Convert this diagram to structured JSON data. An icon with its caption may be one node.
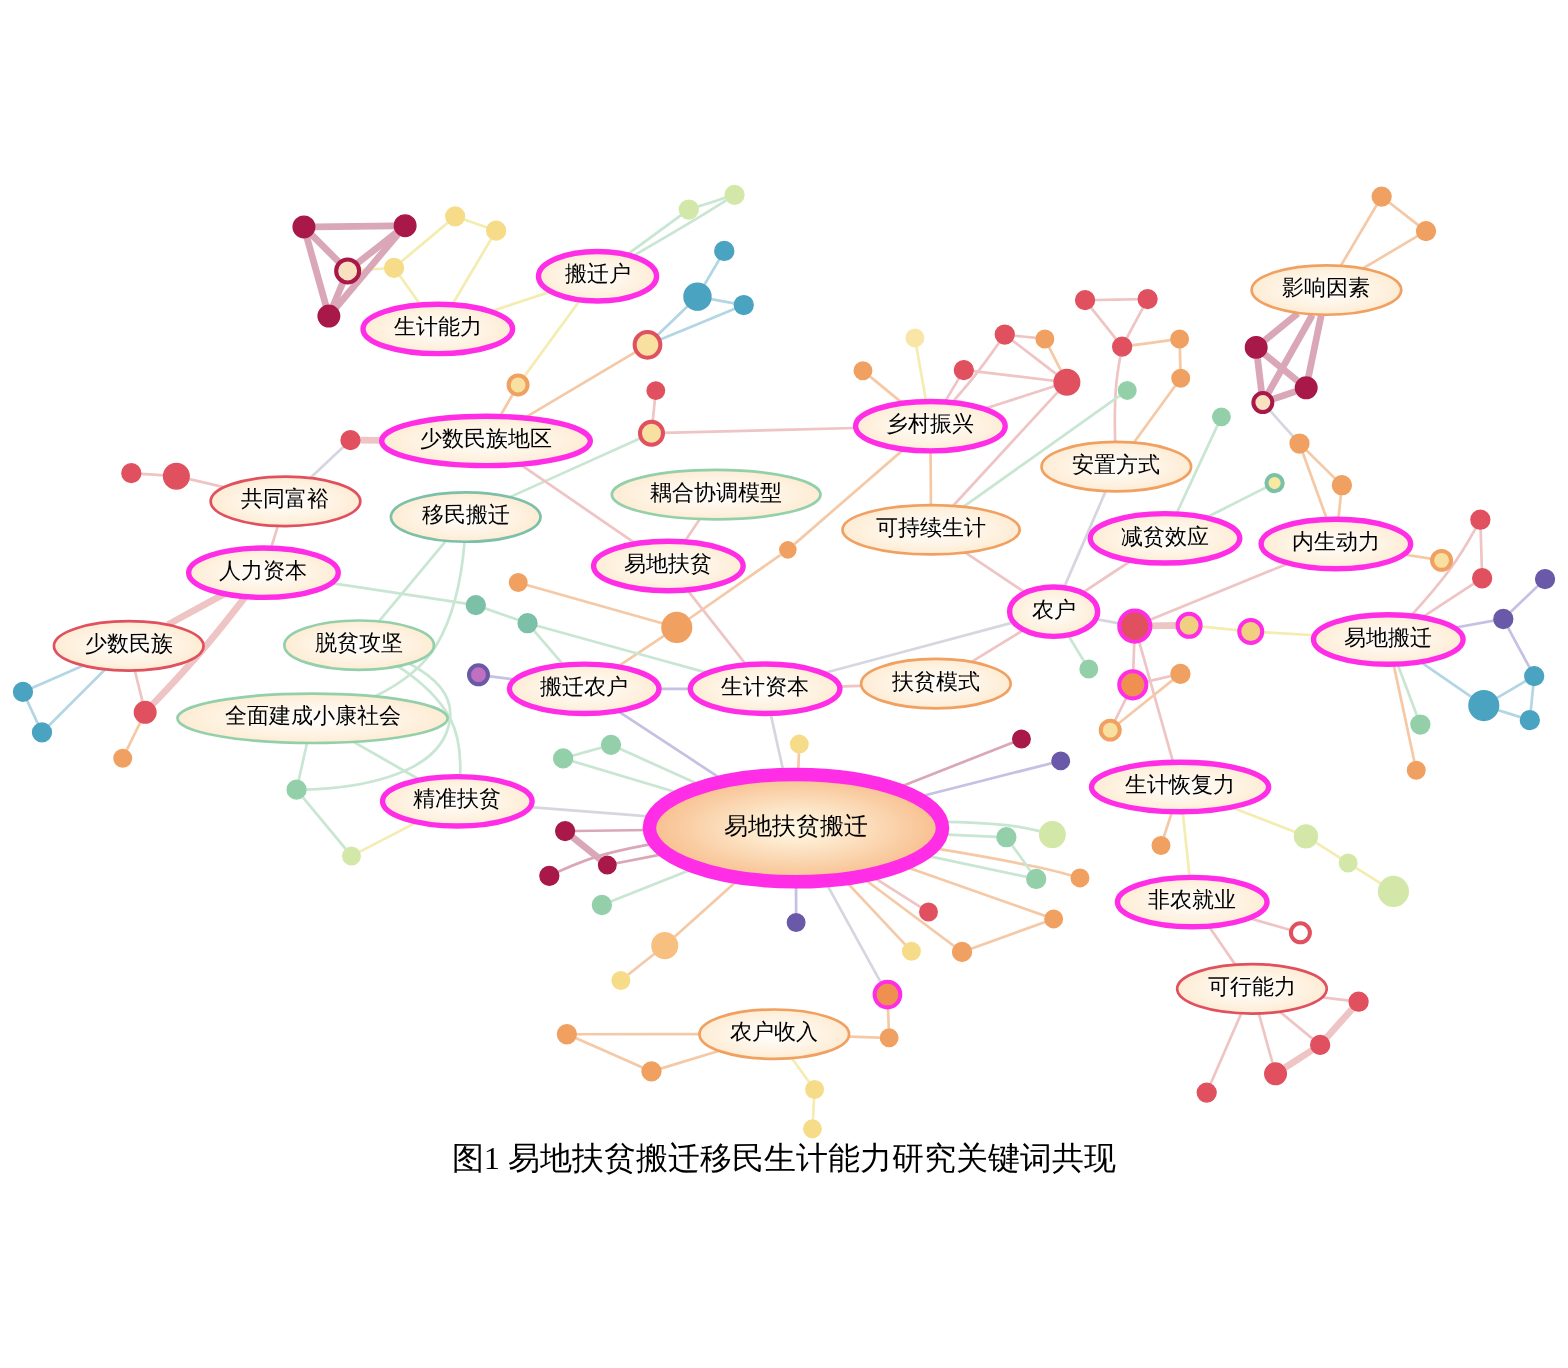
{
  "diagram": {
    "caption": "图1 易地扶贫搬迁移民生计能力研究关键词共现",
    "nodes": [
      {
        "text": [],
        "shape": "circle"
      },
      {
        "text": [],
        "shape": "circle"
      },
      {
        "text": [],
        "shape": "circle"
      },
      {
        "text": [
          "农户收入"
        ]
      },
      {
        "text": [],
        "shape": "circle"
      },
      {
        "text": [],
        "shape": "circle"
      },
      {
        "text": [],
        "shape": "circle"
      },
      {
        "text": [],
        "shape": "circle"
      },
      {
        "text": [],
        "shape": "circle"
      },
      {
        "text": [
          "全面建成小康社会"
        ]
      },
      {
        "text": [
          "移民搬迁"
        ]
      },
      {
        "text": [
          "精准扶贫"
        ]
      },
      {
        "text": [],
        "shape": "circle"
      },
      {
        "text": [],
        "shape": "circle"
      },
      {
        "text": [],
        "shape": "circle"
      },
      {
        "text": [
          "脱贫攻坚"
        ]
      },
      {
        "text": [],
        "shape": "circle"
      },
      {
        "text": [],
        "shape": "circle"
      },
      {
        "text": [],
        "shape": "circle"
      },
      {
        "text": [],
        "shape": "circle"
      },
      {
        "text": [],
        "shape": "circle"
      },
      {
        "text": [],
        "shape": "circle"
      },
      {
        "text": [],
        "shape": "circle"
      },
      {
        "text": [],
        "shape": "circle"
      },
      {
        "text": [],
        "shape": "circle"
      },
      {
        "text": [],
        "shape": "circle"
      },
      {
        "text": [],
        "shape": "circle"
      },
      {
        "text": [
          "影响因素"
        ]
      },
      {
        "text": [
          "乡村振兴"
        ]
      },
      {
        "text": [],
        "shape": "circle"
      },
      {
        "text": [
          "安置方式"
        ]
      },
      {
        "text": [],
        "shape": "circle"
      },
      {
        "text": [],
        "shape": "circle"
      },
      {
        "text": [],
        "shape": "circle"
      },
      {
        "text": [],
        "shape": "circle"
      },
      {
        "text": [],
        "shape": "circle"
      },
      {
        "text": [],
        "shape": "circle"
      },
      {
        "text": [],
        "shape": "circle"
      },
      {
        "text": [],
        "shape": "circle"
      },
      {
        "text": [],
        "shape": "circle"
      },
      {
        "text": [],
        "shape": "circle"
      },
      {
        "text": [],
        "shape": "circle"
      },
      {
        "text": [],
        "shape": "circle"
      },
      {
        "text": [],
        "shape": "circle"
      },
      {
        "text": [],
        "shape": "circle"
      },
      {
        "text": [
          "易地扶贫搬迁"
        ]
      },
      {
        "text": [],
        "shape": "circle"
      },
      {
        "text": [],
        "shape": "circle"
      },
      {
        "text": [
          "可持续生计"
        ]
      },
      {
        "text": [],
        "shape": "circle"
      },
      {
        "text": [],
        "shape": "circle"
      },
      {
        "text": [],
        "shape": "circle"
      },
      {
        "text": [],
        "shape": "circle"
      },
      {
        "text": [],
        "shape": "circle"
      },
      {
        "text": [],
        "shape": "circle"
      },
      {
        "text": [],
        "shape": "circle"
      },
      {
        "text": [
          "易地搬迁"
        ]
      },
      {
        "text": [],
        "shape": "circle"
      },
      {
        "text": [
          "农户"
        ]
      },
      {
        "text": [],
        "shape": "circle"
      },
      {
        "text": [],
        "shape": "circle"
      },
      {
        "text": [
          "搬迁农户"
        ]
      },
      {
        "text": [
          "扶贫模式"
        ]
      },
      {
        "text": [],
        "shape": "circle"
      },
      {
        "text": [],
        "shape": "circle"
      },
      {
        "text": [],
        "shape": "circle"
      },
      {
        "text": [],
        "shape": "circle"
      },
      {
        "text": [],
        "shape": "circle"
      },
      {
        "text": [],
        "shape": "circle"
      },
      {
        "text": [],
        "shape": "circle"
      },
      {
        "text": [],
        "shape": "circle"
      },
      {
        "text": [],
        "shape": "circle"
      },
      {
        "text": [],
        "shape": "circle"
      },
      {
        "text": [],
        "shape": "circle"
      },
      {
        "text": [],
        "shape": "circle"
      },
      {
        "text": [
          "生计资本"
        ]
      },
      {
        "text": [],
        "shape": "circle"
      },
      {
        "text": [],
        "shape": "circle"
      },
      {
        "text": [],
        "shape": "circle"
      },
      {
        "text": [],
        "shape": "circle"
      },
      {
        "text": [],
        "shape": "circle"
      },
      {
        "text": [],
        "shape": "circle"
      },
      {
        "text": [],
        "shape": "circle"
      },
      {
        "text": [],
        "shape": "circle"
      },
      {
        "text": [],
        "shape": "circle"
      },
      {
        "text": [
          "内生动力"
        ]
      },
      {
        "text": [
          "减贫效应"
        ]
      },
      {
        "text": [],
        "shape": "circle"
      },
      {
        "text": [
          "人力资本"
        ]
      },
      {
        "text": [],
        "shape": "circle"
      },
      {
        "text": [],
        "shape": "circle"
      },
      {
        "text": [
          "易地扶贫"
        ]
      },
      {
        "text": [],
        "shape": "circle"
      },
      {
        "text": [],
        "shape": "circle"
      },
      {
        "text": [
          "生计恢复力"
        ]
      },
      {
        "text": [],
        "shape": "circle"
      },
      {
        "text": [],
        "shape": "circle"
      },
      {
        "text": [],
        "shape": "circle"
      },
      {
        "text": [],
        "shape": "circle"
      },
      {
        "text": [],
        "shape": "circle"
      },
      {
        "text": [
          "耦合协调模型"
        ]
      },
      {
        "text": [
          "少数民族"
        ]
      },
      {
        "text": [
          "少数民族地区"
        ]
      },
      {
        "text": [
          "非农就业"
        ]
      },
      {
        "text": [],
        "shape": "circle"
      },
      {
        "text": [
          "共同富裕"
        ]
      },
      {
        "text": [],
        "shape": "circle"
      },
      {
        "text": [],
        "shape": "circle"
      },
      {
        "text": [],
        "shape": "circle"
      },
      {
        "text": [],
        "shape": "circle"
      },
      {
        "text": [
          "搬迁户"
        ]
      },
      {
        "text": [],
        "shape": "circle"
      },
      {
        "text": [
          "可行能力"
        ]
      },
      {
        "text": [],
        "shape": "circle"
      },
      {
        "text": [],
        "shape": "circle"
      },
      {
        "text": [],
        "shape": "circle"
      },
      {
        "text": [],
        "shape": "circle"
      },
      {
        "text": [],
        "shape": "circle"
      },
      {
        "text": [],
        "shape": "circle"
      },
      {
        "text": [],
        "shape": "circle"
      },
      {
        "text": [],
        "shape": "circle"
      },
      {
        "text": [],
        "shape": "circle"
      },
      {
        "text": [],
        "shape": "circle"
      },
      {
        "text": [
          "生计能力"
        ]
      },
      {
        "text": [],
        "shape": "circle"
      },
      {
        "text": [],
        "shape": "circle"
      },
      {
        "text": [],
        "shape": "circle"
      },
      {
        "text": [],
        "shape": "circle"
      },
      {
        "text": [],
        "shape": "circle"
      },
      {
        "text": [],
        "shape": "circle"
      },
      {
        "text": [],
        "shape": "circle"
      },
      {
        "text": [],
        "shape": "circle"
      }
    ],
    "edges": [
      {
        "from": 2,
        "to": 0,
        "arrow": "none",
        "color": "#f5c9a6"
      },
      {
        "from": 0,
        "to": 3,
        "arrow": "none",
        "color": "#f5c9a6"
      },
      {
        "from": 2,
        "to": 3,
        "arrow": "none",
        "color": "#f5c9a6"
      },
      {
        "from": 3,
        "to": 1,
        "arrow": "none",
        "color": "#f4ecb0"
      },
      {
        "from": 1,
        "to": 4,
        "arrow": "none",
        "color": "#f4ecb0"
      },
      {
        "from": 3,
        "to": 8,
        "arrow": "none",
        "color": "#f5c9a6"
      },
      {
        "from": 8,
        "to": 16,
        "arrow": "none",
        "color": "#f5c9a6"
      },
      {
        "from": 16,
        "to": 45,
        "arrow": "none",
        "color": "#d6d6e0"
      },
      {
        "from": 5,
        "to": 7,
        "arrow": "none",
        "color": "#c8e6d2"
      },
      {
        "from": 7,
        "to": 9,
        "arrow": "none",
        "color": "#c8e6d2"
      },
      {
        "from": 7,
        "to": 15,
        "arrow": "none",
        "color": "#c8e6d2"
      },
      {
        "from": 9,
        "to": 10,
        "arrow": "none",
        "color": "#c8e6d2"
      },
      {
        "from": 10,
        "to": 15,
        "arrow": "none",
        "color": "#c8e6d2"
      },
      {
        "from": 15,
        "to": 11,
        "arrow": "none",
        "color": "#c8e6d2"
      },
      {
        "from": 9,
        "to": 11,
        "arrow": "none",
        "color": "#c8e6d2"
      },
      {
        "from": 5,
        "to": 11,
        "arrow": "none",
        "color": "#f4ecb0"
      },
      {
        "from": 11,
        "to": 45,
        "arrow": "none",
        "color": "#d6d6e0"
      },
      {
        "from": 6,
        "to": 28,
        "arrow": "none",
        "color": "#f5c9a6"
      },
      {
        "from": 19,
        "to": 10,
        "arrow": "none",
        "color": "#c8e6d2"
      },
      {
        "from": 19,
        "to": 20,
        "arrow": "none"
      },
      {
        "from": 19,
        "to": 28,
        "arrow": "none"
      },
      {
        "from": 18,
        "to": 31,
        "arrow": "none"
      },
      {
        "from": 18,
        "to": 28,
        "arrow": "none"
      },
      {
        "from": 31,
        "to": 28,
        "arrow": "none"
      },
      {
        "from": 31,
        "to": 34,
        "arrow": "none"
      },
      {
        "from": 31,
        "to": 41,
        "arrow": "none",
        "color": "#f5c9a6"
      },
      {
        "from": 41,
        "to": 34,
        "arrow": "none"
      },
      {
        "from": 34,
        "to": 28,
        "arrow": "none"
      },
      {
        "from": 31,
        "to": 48,
        "arrow": "none"
      },
      {
        "from": 28,
        "to": 48,
        "arrow": "none",
        "color": "#f5c9a6"
      },
      {
        "from": 28,
        "to": 29,
        "arrow": "none",
        "color": "#f5c9a6"
      },
      {
        "from": 29,
        "to": 53,
        "arrow": "none",
        "color": "#f5c9a6"
      },
      {
        "from": 42,
        "to": 53,
        "arrow": "none",
        "color": "#f5c9a6"
      },
      {
        "from": 28,
        "to": 43,
        "arrow": "none",
        "color": "#f4ecb0"
      },
      {
        "from": 21,
        "to": 22,
        "arrow": "none"
      },
      {
        "from": 21,
        "to": 32,
        "arrow": "none"
      },
      {
        "from": 32,
        "to": 22,
        "arrow": "none"
      },
      {
        "from": 14,
        "to": 22,
        "arrow": "none",
        "color": "#f5c9a6"
      },
      {
        "from": 14,
        "to": 17,
        "arrow": "none",
        "color": "#f5c9a6"
      },
      {
        "from": 17,
        "to": 30,
        "arrow": "none",
        "color": "#f5c9a6"
      },
      {
        "from": 22,
        "to": 30,
        "arrow": "none"
      },
      {
        "from": 30,
        "to": 58,
        "arrow": "none",
        "color": "#d6d6e0"
      },
      {
        "from": 12,
        "to": 13,
        "arrow": "none",
        "color": "#f5c9a6"
      },
      {
        "from": 12,
        "to": 27,
        "arrow": "none",
        "color": "#f5c9a6"
      },
      {
        "from": 13,
        "to": 27,
        "arrow": "none",
        "color": "#f5c9a6"
      },
      {
        "from": 27,
        "to": 37,
        "arrow": "none",
        "style": "thick",
        "color": "#d9a7b8"
      },
      {
        "from": 27,
        "to": 38,
        "arrow": "none",
        "style": "thick",
        "color": "#d9a7b8"
      },
      {
        "from": 27,
        "to": 52,
        "arrow": "none",
        "style": "thick",
        "color": "#d9a7b8"
      },
      {
        "from": 37,
        "to": 38,
        "arrow": "none",
        "style": "thick",
        "color": "#d9a7b8"
      },
      {
        "from": 37,
        "to": 52,
        "arrow": "none",
        "style": "thick",
        "color": "#d9a7b8"
      },
      {
        "from": 38,
        "to": 52,
        "arrow": "none",
        "style": "thick",
        "color": "#d9a7b8"
      },
      {
        "from": 52,
        "to": 69,
        "arrow": "none",
        "color": "#d6d6e0"
      },
      {
        "from": 46,
        "to": 35,
        "arrow": "none",
        "color": "#b3d6e4"
      },
      {
        "from": 35,
        "to": 44,
        "arrow": "none",
        "color": "#b3d6e4"
      },
      {
        "from": 46,
        "to": 44,
        "arrow": "none",
        "color": "#b3d6e4"
      },
      {
        "from": 44,
        "to": 36,
        "arrow": "none",
        "color": "#c6c0e2"
      },
      {
        "from": 49,
        "to": 36,
        "arrow": "none",
        "color": "#c6c0e2"
      },
      {
        "from": 36,
        "to": 56,
        "arrow": "none",
        "color": "#c6c0e2"
      },
      {
        "from": 46,
        "to": 56,
        "arrow": "none",
        "color": "#b3d6e4"
      },
      {
        "from": 50,
        "to": 56,
        "arrow": "none",
        "color": "#f5c9a6"
      },
      {
        "from": 67,
        "to": 56,
        "arrow": "none"
      },
      {
        "from": 67,
        "to": 82,
        "arrow": "none"
      },
      {
        "from": 82,
        "to": 56,
        "arrow": "none"
      },
      {
        "from": 74,
        "to": 56,
        "arrow": "none",
        "color": "#c8e6d2"
      },
      {
        "from": 56,
        "to": 66,
        "arrow": "none",
        "color": "#f4ecb0"
      },
      {
        "from": 68,
        "to": 69,
        "arrow": "none",
        "color": "#f5c9a6"
      },
      {
        "from": 68,
        "to": 85,
        "arrow": "none",
        "color": "#f5c9a6"
      },
      {
        "from": 69,
        "to": 85,
        "arrow": "none",
        "color": "#f5c9a6"
      },
      {
        "from": 83,
        "to": 85,
        "arrow": "none",
        "color": "#f5c9a6"
      },
      {
        "from": 66,
        "to": 79,
        "arrow": "none",
        "color": "#f4ecb0"
      },
      {
        "from": 79,
        "to": 80,
        "arrow": "none",
        "style": "thick"
      },
      {
        "from": 85,
        "to": 80,
        "arrow": "none"
      },
      {
        "from": 80,
        "to": 94,
        "arrow": "none"
      },
      {
        "from": 80,
        "to": 89,
        "arrow": "none"
      },
      {
        "from": 89,
        "to": 98,
        "arrow": "none"
      },
      {
        "from": 89,
        "to": 99,
        "arrow": "none"
      },
      {
        "from": 98,
        "to": 99,
        "arrow": "none",
        "color": "#f5c9a6"
      },
      {
        "from": 80,
        "to": 58,
        "arrow": "none",
        "color": "#d6d6e0"
      },
      {
        "from": 97,
        "to": 96,
        "arrow": "none",
        "color": "#f4ecb0"
      },
      {
        "from": 96,
        "to": 95,
        "arrow": "none",
        "color": "#f4ecb0"
      },
      {
        "from": 95,
        "to": 94,
        "arrow": "none",
        "color": "#f4ecb0"
      },
      {
        "from": 94,
        "to": 104,
        "arrow": "none",
        "color": "#f5c9a6"
      },
      {
        "from": 94,
        "to": 103,
        "arrow": "none",
        "color": "#f4ecb0"
      },
      {
        "from": 90,
        "to": 103,
        "arrow": "none"
      },
      {
        "from": 103,
        "to": 112,
        "arrow": "none"
      },
      {
        "from": 112,
        "to": 113,
        "arrow": "none"
      },
      {
        "from": 112,
        "to": 116,
        "arrow": "none"
      },
      {
        "from": 112,
        "to": 118,
        "arrow": "none"
      },
      {
        "from": 112,
        "to": 119,
        "arrow": "none"
      },
      {
        "from": 113,
        "to": 118,
        "arrow": "none",
        "style": "thick"
      },
      {
        "from": 118,
        "to": 119,
        "arrow": "none",
        "style": "thick"
      },
      {
        "from": 59,
        "to": 58,
        "arrow": "none",
        "color": "#c8e6d2"
      },
      {
        "from": 58,
        "to": 48,
        "arrow": "none"
      },
      {
        "from": 58,
        "to": 75,
        "arrow": "none",
        "color": "#d6d6e0"
      },
      {
        "from": 58,
        "to": 86,
        "arrow": "none"
      },
      {
        "from": 58,
        "to": 62,
        "arrow": "none"
      },
      {
        "from": 54,
        "to": 48,
        "arrow": "none",
        "color": "#c8e6d2"
      },
      {
        "from": 75,
        "to": 62,
        "arrow": "none"
      },
      {
        "from": 75,
        "to": 77,
        "arrow": "none",
        "color": "#c8e6d2"
      },
      {
        "from": 77,
        "to": 87,
        "arrow": "none",
        "color": "#c8e6d2"
      },
      {
        "from": 87,
        "to": 88,
        "arrow": "none",
        "color": "#c8e6d2"
      },
      {
        "from": 75,
        "to": 61,
        "arrow": "none",
        "color": "#c6c0e2"
      },
      {
        "from": 75,
        "to": 91,
        "arrow": "none"
      },
      {
        "from": 61,
        "to": 53,
        "arrow": "none",
        "color": "#f5c9a6"
      },
      {
        "from": 61,
        "to": 63,
        "arrow": "none",
        "color": "#c6c0e2"
      },
      {
        "from": 61,
        "to": 77,
        "arrow": "none",
        "color": "#c8e6d2"
      },
      {
        "from": 76,
        "to": 86,
        "arrow": "none",
        "color": "#c8e6d2"
      },
      {
        "from": 92,
        "to": 86,
        "arrow": "none",
        "color": "#c8e6d2"
      },
      {
        "from": 91,
        "to": 100,
        "arrow": "none"
      },
      {
        "from": 91,
        "to": 102,
        "arrow": "none"
      },
      {
        "from": 23,
        "to": 45,
        "arrow": "none",
        "color": "#c8e6d2"
      },
      {
        "from": 24,
        "to": 45,
        "arrow": "none",
        "color": "#c8e6d2"
      },
      {
        "from": 25,
        "to": 45,
        "arrow": "none",
        "color": "#f5c9a6"
      },
      {
        "from": 26,
        "to": 45,
        "arrow": "none",
        "color": "#f5c9a6"
      },
      {
        "from": 33,
        "to": 45,
        "arrow": "none",
        "color": "#d9a7b8"
      },
      {
        "from": 39,
        "to": 45,
        "arrow": "none",
        "color": "#c8e6d2"
      },
      {
        "from": 40,
        "to": 45,
        "arrow": "none",
        "color": "#d9a7b8"
      },
      {
        "from": 47,
        "to": 45,
        "arrow": "none",
        "color": "#c8e6d2"
      },
      {
        "from": 51,
        "to": 45,
        "arrow": "none",
        "color": "#d9a7b8"
      },
      {
        "from": 55,
        "to": 45,
        "arrow": "none",
        "color": "#c8e6d2"
      },
      {
        "from": 57,
        "to": 45,
        "arrow": "none",
        "color": "#d9a7b8"
      },
      {
        "from": 60,
        "to": 45,
        "arrow": "none",
        "color": "#c6c0e2"
      },
      {
        "from": 64,
        "to": 45,
        "arrow": "none",
        "color": "#c6c0e2"
      },
      {
        "from": 65,
        "to": 45,
        "arrow": "none"
      },
      {
        "from": 70,
        "to": 45,
        "arrow": "none",
        "color": "#f5c9a6"
      },
      {
        "from": 71,
        "to": 45,
        "arrow": "none",
        "color": "#f5c9a6"
      },
      {
        "from": 72,
        "to": 45,
        "arrow": "none",
        "color": "#c8e6d2"
      },
      {
        "from": 73,
        "to": 45,
        "arrow": "none",
        "color": "#f5c9a6"
      },
      {
        "from": 78,
        "to": 45,
        "arrow": "none",
        "color": "#f5c9a6"
      },
      {
        "from": 71,
        "to": 81,
        "arrow": "none",
        "color": "#f5c9a6"
      },
      {
        "from": 23,
        "to": 24,
        "arrow": "none",
        "color": "#c8e6d2"
      },
      {
        "from": 33,
        "to": 40,
        "arrow": "none",
        "style": "thick",
        "color": "#d9a7b8"
      },
      {
        "from": 55,
        "to": 72,
        "arrow": "none",
        "color": "#c8e6d2"
      },
      {
        "from": 78,
        "to": 70,
        "arrow": "none",
        "color": "#f5c9a6"
      },
      {
        "from": 45,
        "to": 61,
        "arrow": "none",
        "color": "#c6c0e2"
      },
      {
        "from": 45,
        "to": 75,
        "arrow": "none",
        "color": "#d6d6e0"
      },
      {
        "from": 88,
        "to": 93,
        "arrow": "none",
        "style": "thick"
      },
      {
        "from": 93,
        "to": 84,
        "arrow": "none",
        "color": "#f5c9a6"
      },
      {
        "from": 88,
        "to": 101,
        "arrow": "none",
        "style": "thick"
      },
      {
        "from": 93,
        "to": 101,
        "arrow": "none"
      },
      {
        "from": 88,
        "to": 105,
        "arrow": "none"
      },
      {
        "from": 101,
        "to": 107,
        "arrow": "none",
        "color": "#b3d6e4"
      },
      {
        "from": 101,
        "to": 109,
        "arrow": "none",
        "color": "#b3d6e4"
      },
      {
        "from": 107,
        "to": 109,
        "arrow": "none",
        "color": "#b3d6e4"
      },
      {
        "from": 105,
        "to": 111,
        "arrow": "none"
      },
      {
        "from": 111,
        "to": 115,
        "arrow": "none"
      },
      {
        "from": 108,
        "to": 105,
        "arrow": "none",
        "color": "#d6d6e0"
      },
      {
        "from": 102,
        "to": 108,
        "arrow": "none",
        "style": "thick"
      },
      {
        "from": 102,
        "to": 114,
        "arrow": "none",
        "color": "#f5c9a6"
      },
      {
        "from": 114,
        "to": 121,
        "arrow": "none",
        "color": "#b3d6e4"
      },
      {
        "from": 114,
        "to": 122,
        "arrow": "none",
        "color": "#b3d6e4"
      },
      {
        "from": 121,
        "to": 122,
        "arrow": "none",
        "color": "#b3d6e4"
      },
      {
        "from": 122,
        "to": 125,
        "arrow": "none",
        "color": "#b3d6e4"
      },
      {
        "from": 106,
        "to": 102,
        "arrow": "none",
        "color": "#f5c9a6"
      },
      {
        "from": 106,
        "to": 110,
        "arrow": "none",
        "color": "#f4ecb0"
      },
      {
        "from": 110,
        "to": 117,
        "arrow": "none",
        "color": "#c8e6d2"
      },
      {
        "from": 110,
        "to": 120,
        "arrow": "none",
        "color": "#c8e6d2"
      },
      {
        "from": 117,
        "to": 120,
        "arrow": "none",
        "color": "#c8e6d2"
      },
      {
        "from": 110,
        "to": 123,
        "arrow": "none",
        "color": "#f4ecb0"
      },
      {
        "from": 123,
        "to": 124,
        "arrow": "none",
        "color": "#f4ecb0"
      },
      {
        "from": 123,
        "to": 126,
        "arrow": "none",
        "color": "#f4ecb0"
      },
      {
        "from": 124,
        "to": 127,
        "arrow": "none",
        "color": "#f4ecb0"
      },
      {
        "from": 127,
        "to": 126,
        "arrow": "none",
        "color": "#f4ecb0"
      },
      {
        "from": 126,
        "to": 128,
        "arrow": "none",
        "color": "#f4ecb0"
      },
      {
        "from": 128,
        "to": 129,
        "arrow": "none",
        "style": "thick",
        "color": "#d9a7b8"
      },
      {
        "from": 128,
        "to": 130,
        "arrow": "none",
        "style": "thick",
        "color": "#d9a7b8"
      },
      {
        "from": 128,
        "to": 131,
        "arrow": "none",
        "style": "thick",
        "color": "#d9a7b8"
      },
      {
        "from": 129,
        "to": 130,
        "arrow": "none",
        "style": "thick",
        "color": "#d9a7b8"
      },
      {
        "from": 129,
        "to": 131,
        "arrow": "none",
        "style": "thick",
        "color": "#d9a7b8"
      },
      {
        "from": 130,
        "to": 131,
        "arrow": "none",
        "style": "thick",
        "color": "#d9a7b8"
      }
    ]
  }
}
